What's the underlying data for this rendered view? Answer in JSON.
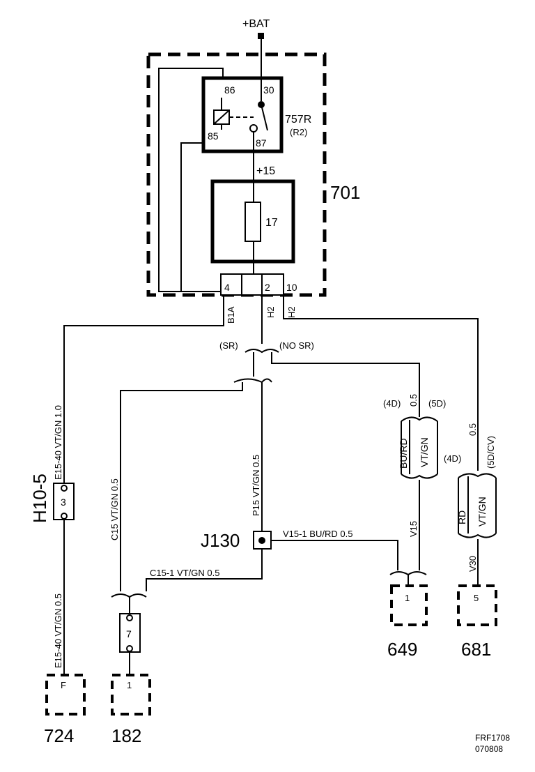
{
  "supply": {
    "bat": "+BAT",
    "ign": "+15"
  },
  "relay": {
    "id": "757R",
    "sub": "(R2)",
    "pins": [
      "86",
      "30",
      "85",
      "87"
    ]
  },
  "fuse": {
    "id": "17"
  },
  "unit": {
    "id": "701"
  },
  "unit_pins": [
    "4",
    "2",
    "10"
  ],
  "unit_pin_conn": [
    "B1A",
    "H2",
    "H2"
  ],
  "variants": {
    "sr": "(SR)",
    "no_sr": "(NO SR)",
    "d4": "(4D)",
    "d5": "(5D)",
    "d5cv": "(5D/CV)"
  },
  "wires": {
    "e1540_top": "E15-40  VT/GN  1.0",
    "c15": "C15  VT/GN  0.5",
    "p15": "P15  VT/GN  0.5",
    "e1540_bot": "E15-40  VT/GN  0.5",
    "v151": "V15-1  BU/RD  0.5",
    "c151": "C15-1  VT/GN  0.5",
    "v15": "V15",
    "v30": "V30",
    "sz05": "0.5",
    "bu_rd": "BU/RD",
    "vt_gn": "VT/GN",
    "rd": "RD"
  },
  "inline_conn": {
    "id": "H10-5",
    "pin_a": "3",
    "pin_b": "7"
  },
  "splice": {
    "id": "J130"
  },
  "components": [
    {
      "id": "724",
      "pin": "F"
    },
    {
      "id": "182",
      "pin": "1"
    },
    {
      "id": "649",
      "pin": "1"
    },
    {
      "id": "681",
      "pin": "5"
    }
  ],
  "footer": {
    "ref": "FRF1708",
    "date": "070808"
  }
}
